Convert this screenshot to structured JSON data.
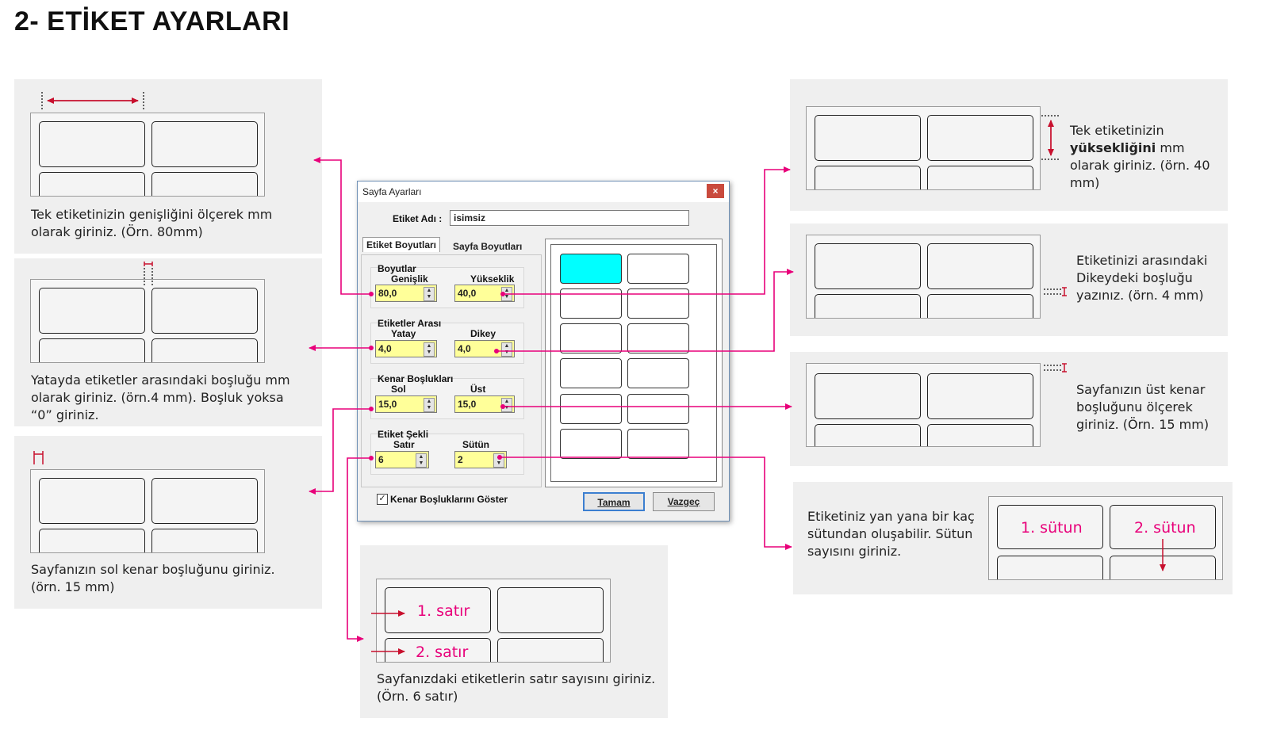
{
  "page_title": "2- ETİKET AYARLARI",
  "colors": {
    "accent": "#e8007a",
    "arrow_red": "#c8102e",
    "panel": "#efefef",
    "highlight_cell": "#00ffff",
    "spin_bg": "#ffff99"
  },
  "panels": {
    "width_help": "Tek etiketinizin genişliğini ölçerek mm olarak giriniz. (Örn. 80mm)",
    "horizontal_gap_help": "Yatayda etiketler arasındaki boşluğu mm olarak giriniz. (örn.4 mm). Boşluk yoksa “0” giriniz.",
    "left_margin_help": "Sayfanızın sol kenar boşluğunu giriniz. (örn. 15 mm)",
    "rows_help": "Sayfanızdaki etiketlerin satır sayısını giriniz. (Örn. 6 satır)",
    "rows_row1": "1. satır",
    "rows_row2": "2. satır",
    "height_help_pre": "Tek etiketinizin",
    "height_help_bold": "yüksekliğini",
    "height_help_post": "mm olarak giriniz. (örn. 40 mm)",
    "vertical_gap_help": "Etiketinizi arasındaki Dikeydeki boşluğu yazınız. (örn. 4 mm)",
    "top_margin_help": "Sayfanızın üst kenar boşluğunu ölçerek giriniz. (Örn. 15 mm)",
    "columns_help": "Etiketiniz yan yana bir kaç sütundan oluşabilir. Sütun sayısını giriniz.",
    "col1": "1. sütun",
    "col2": "2. sütun"
  },
  "dialog": {
    "title": "Sayfa Ayarları",
    "close": "×",
    "name_label": "Etiket Adı :",
    "name_value": "isimsiz",
    "tabs": [
      "Etiket Boyutları",
      "Sayfa Boyutları"
    ],
    "groups": {
      "dims": {
        "title": "Boyutlar",
        "left_label": "Genişlik",
        "right_label": "Yükseklik",
        "left_value": "80,0",
        "right_value": "40,0"
      },
      "gaps": {
        "title": "Etiketler Arası",
        "left_label": "Yatay",
        "right_label": "Dikey",
        "left_value": "4,0",
        "right_value": "4,0"
      },
      "margins": {
        "title": "Kenar Boşlukları",
        "left_label": "Sol",
        "right_label": "Üst",
        "left_value": "15,0",
        "right_value": "15,0"
      },
      "layout": {
        "title": "Etiket Şekli",
        "left_label": "Satır",
        "right_label": "Sütün",
        "left_value": "6",
        "right_value": "2"
      }
    },
    "show_margins_label": "Kenar Boşluklarını Göster",
    "show_margins_checked": true,
    "ok": "Tamam",
    "cancel": "Vazgeç"
  }
}
